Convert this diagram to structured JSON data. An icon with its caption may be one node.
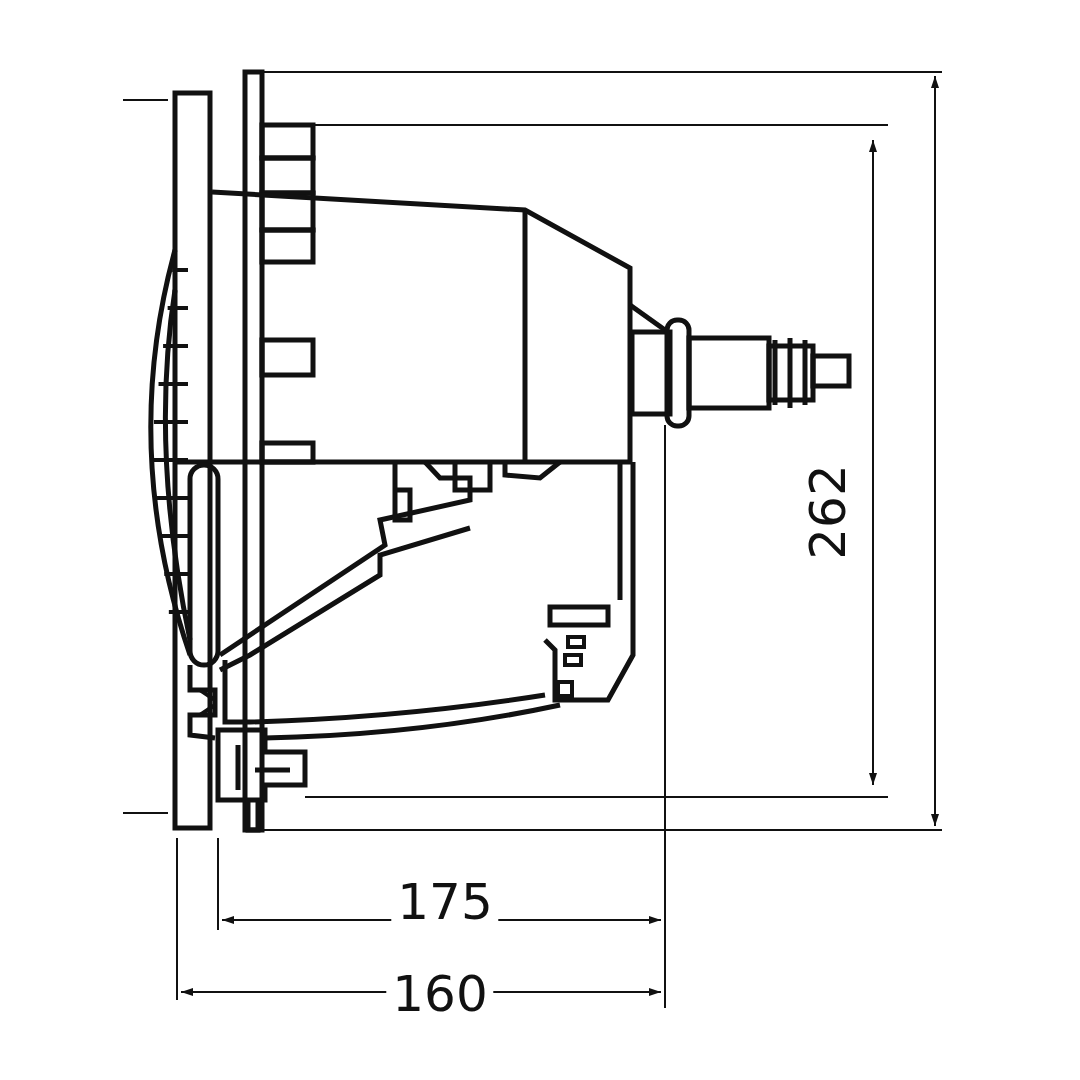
{
  "diagram": {
    "labels": [
      "262",
      "175",
      "160"
    ]
  }
}
